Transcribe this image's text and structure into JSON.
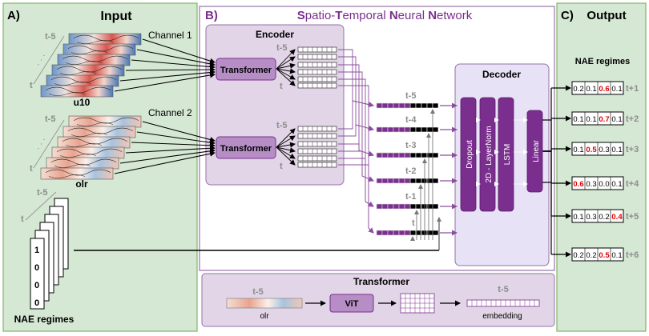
{
  "panels": {
    "input": {
      "letter": "A)",
      "title": "Input"
    },
    "stnn": {
      "letter": "B)",
      "title_parts": [
        {
          "t": "S",
          "b": true
        },
        {
          "t": "patio-",
          "b": false
        },
        {
          "t": "T",
          "b": true
        },
        {
          "t": "emporal ",
          "b": false
        },
        {
          "t": "N",
          "b": true
        },
        {
          "t": "eural ",
          "b": false
        },
        {
          "t": "N",
          "b": true
        },
        {
          "t": "etwork",
          "b": false
        }
      ]
    },
    "output": {
      "letter": "C)",
      "title": "Output",
      "subtitle": "NAE regimes"
    }
  },
  "input": {
    "channel1": "Channel 1",
    "channel2": "Channel 2",
    "var1": "u10",
    "var2": "olr",
    "var3": "NAE regimes",
    "t_minus": "t-5",
    "t": "t",
    "dots": "·  ·  ·",
    "regime_values": [
      "1",
      "0",
      "0",
      "0"
    ]
  },
  "encoder": {
    "title": "Encoder",
    "block": "Transformer",
    "t_minus": "t-5",
    "t": "t"
  },
  "decoder": {
    "title": "Decoder",
    "layers": [
      "Dropout",
      "2D - LayerNorm",
      "LSTM",
      "Linear"
    ],
    "time_labels": [
      "t-5",
      "t-4",
      "t-3",
      "t-2",
      "t-1",
      "t"
    ]
  },
  "transformer_detail": {
    "title": "Transformer",
    "t_minus": "t-5",
    "input_label": "olr",
    "vit": "ViT",
    "output_label": "embedding"
  },
  "output": {
    "rows": [
      {
        "values": [
          "0.2",
          "0.1",
          "0.6",
          "0.1"
        ],
        "highlight": 2,
        "label": "t+1"
      },
      {
        "values": [
          "0.1",
          "0.1",
          "0.7",
          "0.1"
        ],
        "highlight": 2,
        "label": "t+2"
      },
      {
        "values": [
          "0.1",
          "0.5",
          "0.3",
          "0.1"
        ],
        "highlight": 1,
        "label": "t+3"
      },
      {
        "values": [
          "0.6",
          "0.3",
          "0.0",
          "0.1"
        ],
        "highlight": 0,
        "label": "t+4"
      },
      {
        "values": [
          "0.1",
          "0.3",
          "0.2",
          "0.4"
        ],
        "highlight": 3,
        "label": "t+5"
      },
      {
        "values": [
          "0.2",
          "0.2",
          "0.5",
          "0.1"
        ],
        "highlight": 2,
        "label": "t+6"
      }
    ]
  },
  "colors": {
    "green_bg": "#d5e8d4",
    "green_border": "#82b366",
    "purple_bg": "#e1d5e7",
    "purple_border": "#9673a6",
    "block_dark": "#7a2e8e",
    "arrow_purple": "#8c4f9f",
    "title_purple": "#7a2e8e",
    "highlight_red": "#e00000",
    "gray_text": "#8c8c8c"
  }
}
